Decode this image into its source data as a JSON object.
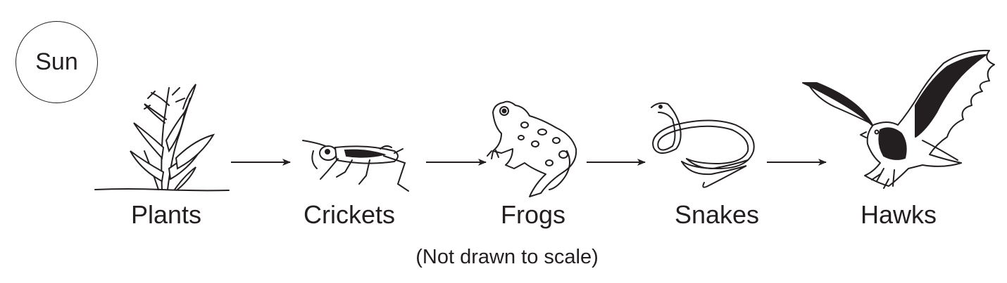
{
  "sun_label": "Sun",
  "organisms": [
    {
      "label": "Plants",
      "icon": "plant-icon"
    },
    {
      "label": "Crickets",
      "icon": "cricket-icon"
    },
    {
      "label": "Frogs",
      "icon": "frog-icon"
    },
    {
      "label": "Snakes",
      "icon": "snake-icon"
    },
    {
      "label": "Hawks",
      "icon": "hawk-icon"
    }
  ],
  "note": "(Not drawn to scale)",
  "colors": {
    "ink": "#231f20",
    "background": "#ffffff"
  }
}
